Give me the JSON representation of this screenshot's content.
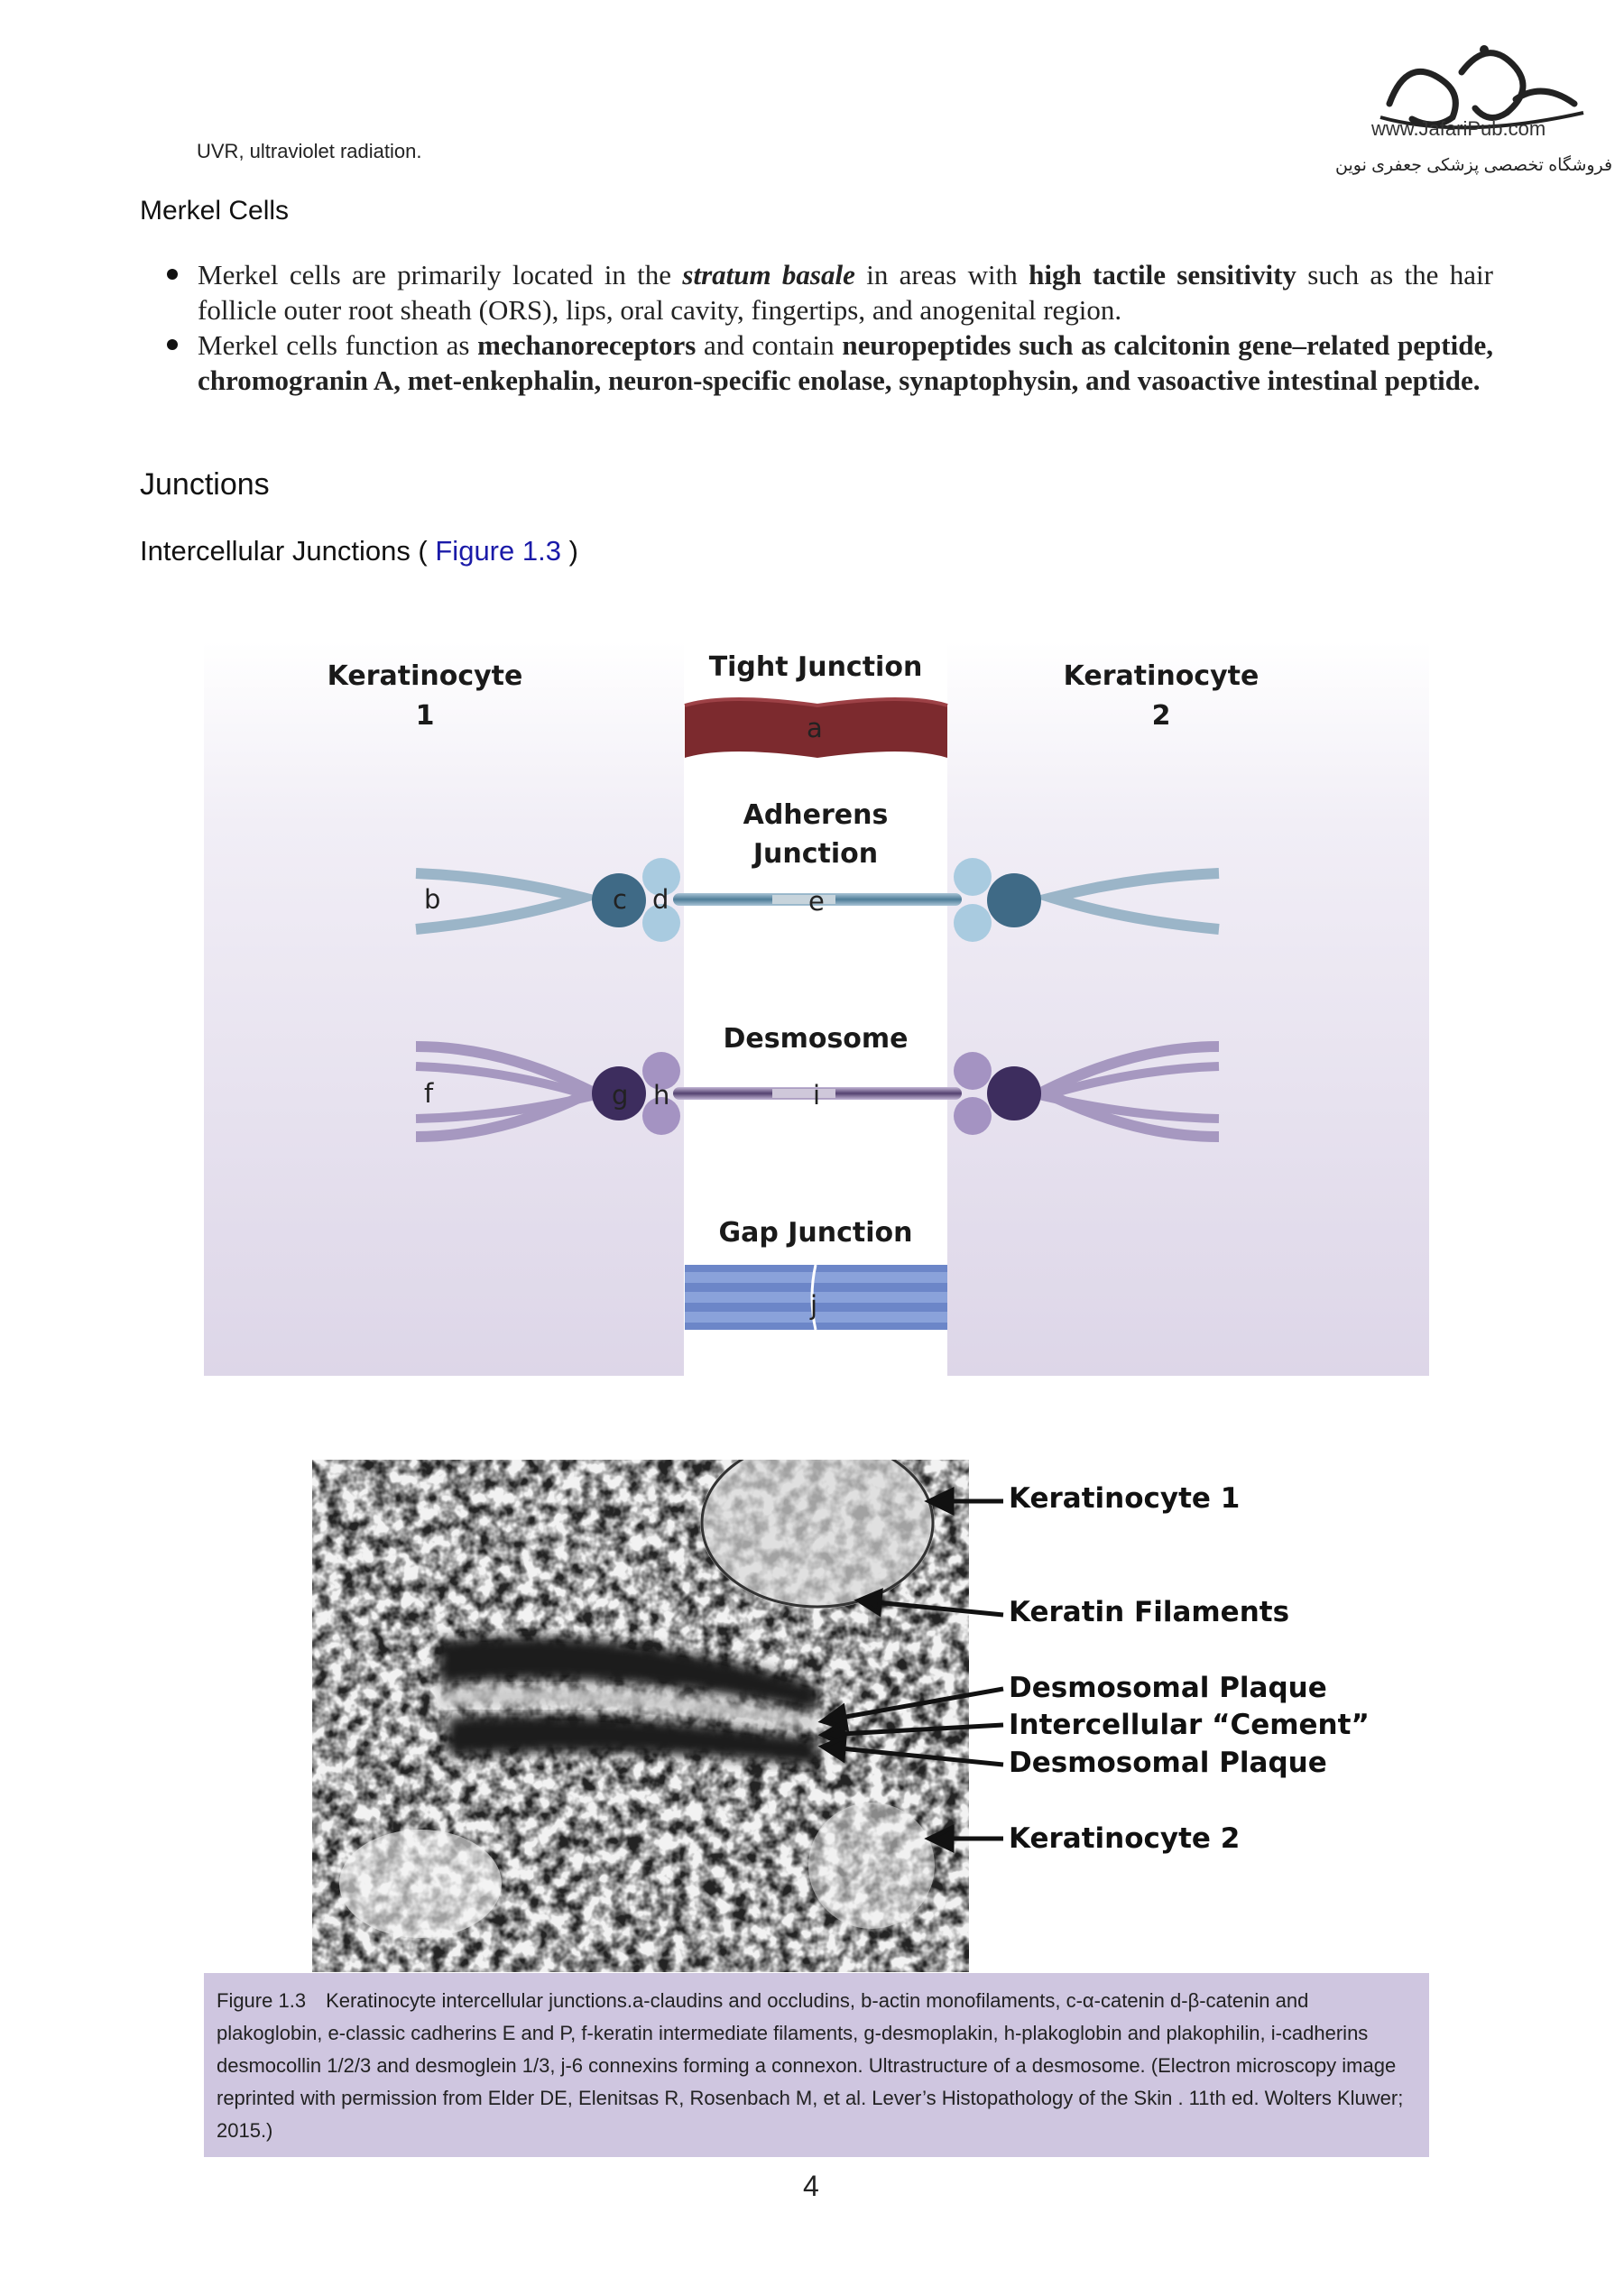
{
  "header": {
    "top_note": "UVR, ultraviolet radiation.",
    "logo_url": "www.JafariPub.com",
    "logo_persian": "فروشگاه تخصصی پزشکی جعفری نوین"
  },
  "merkel": {
    "heading": "Merkel Cells",
    "b1_pre": "Merkel cells are primarily located in the ",
    "b1_em": "stratum basale",
    "b1_mid": " in areas with ",
    "b1_bold": "high tactile sensitivity",
    "b1_post": " such as the hair follicle outer root sheath (ORS), lips, oral cavity, fingertips, and anogenital region.",
    "b2_pre": "Merkel cells function as ",
    "b2_bold1": "mechanoreceptors",
    "b2_mid": " and contain ",
    "b2_bold2": "neuropeptides such as calcitonin gene–related peptide, chromogranin A, met-enkephalin, neuron-specific enolase, synaptophysin, and vasoactive intestinal peptide."
  },
  "junctions": {
    "heading": "Junctions",
    "sub_pre": "Intercellular Junctions ( ",
    "sub_link": "Figure 1.3",
    "sub_post": " )"
  },
  "diagram": {
    "k1": "Keratinocyte 1",
    "k2": "Keratinocyte 2",
    "tight": "Tight Junction",
    "adherens_1": "Adherens",
    "adherens_2": "Junction",
    "desmosome": "Desmosome",
    "gap": "Gap Junction",
    "letters": {
      "a": "a",
      "b": "b",
      "c": "c",
      "d": "d",
      "e": "e",
      "f": "f",
      "g": "g",
      "h": "h",
      "i": "i",
      "j": "j"
    }
  },
  "micrograph": {
    "labels": [
      "Keratinocyte 1",
      "Keratin Filaments",
      "Desmosomal Plaque",
      "Intercellular “Cement”",
      "Desmosomal Plaque",
      "Keratinocyte 2"
    ]
  },
  "caption": {
    "number": "Figure 1.3",
    "text": "Keratinocyte intercellular junctions.a-claudins and occludins, b-actin monofilaments, c-α-catenin d-β-catenin and plakoglobin, e-classic cadherins E and P, f-keratin intermediate filaments, g-desmoplakin, h-plakoglobin and plakophilin, i-cadherins desmocollin 1/2/3 and desmoglein 1/3, j-6 connexins forming a connexon. Ultrastructure of a desmosome. (Electron microscopy image reprinted with permission from Elder DE, Elenitsas R, Rosenbach M, et al. Lever’s Histopathology of the Skin . 11th ed. Wolters Kluwer; 2015.)"
  },
  "page_number": "4"
}
